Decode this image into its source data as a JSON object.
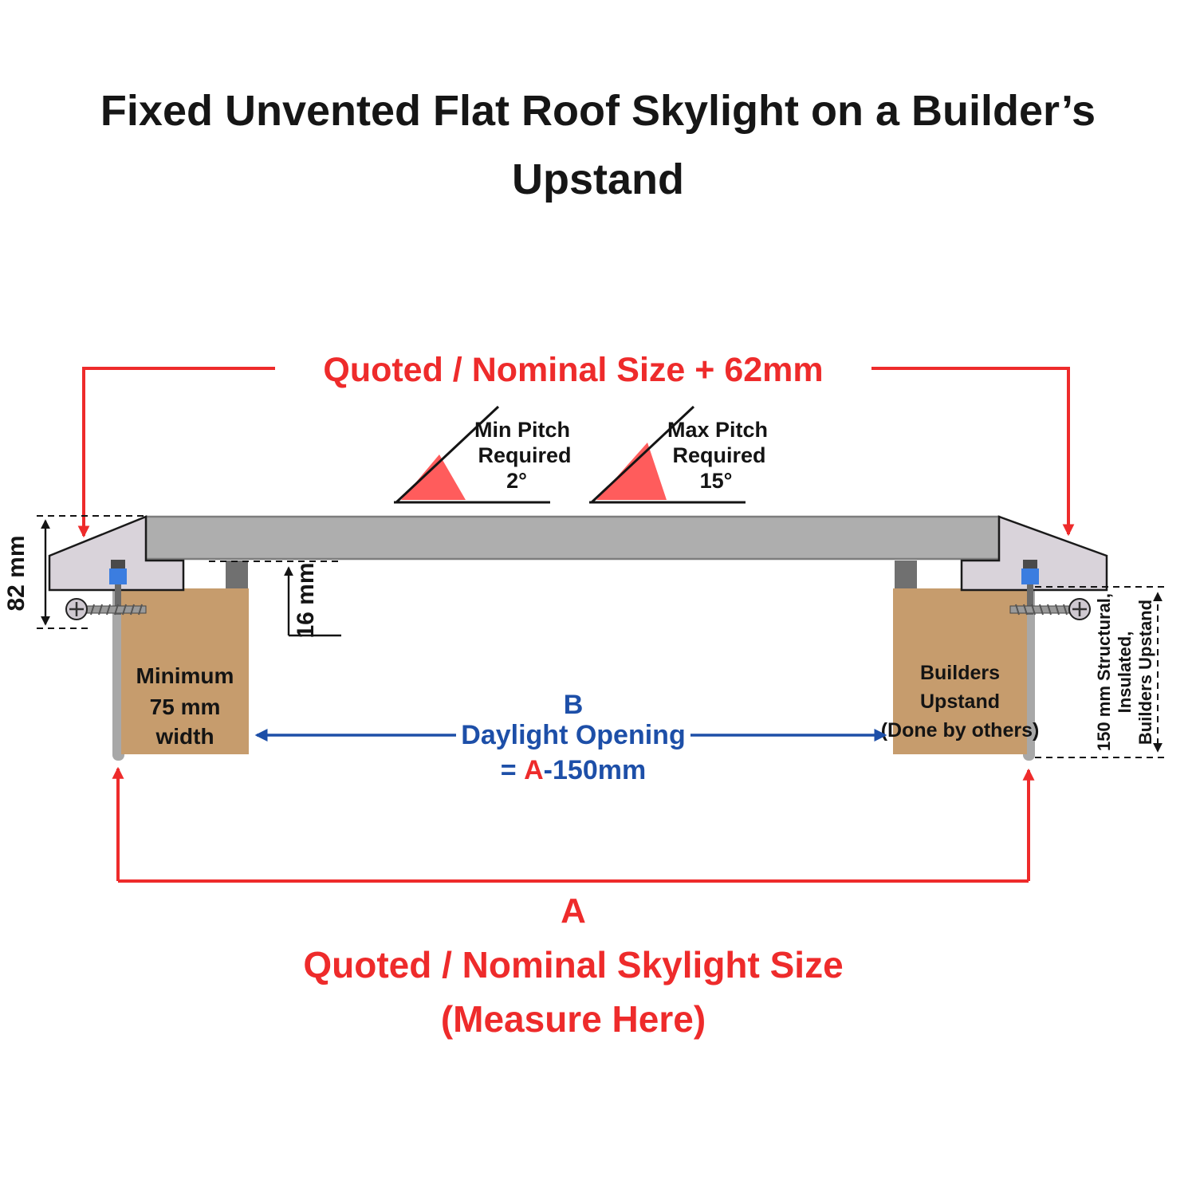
{
  "title": {
    "line1": "Fixed Unvented Flat Roof Skylight on a Builder’s",
    "line2": "Upstand"
  },
  "top_dimension": {
    "label": "Quoted / Nominal Size + 62mm"
  },
  "pitch_min": {
    "line1": "Min Pitch",
    "line2": "Required",
    "value": "2°"
  },
  "pitch_max": {
    "line1": "Max Pitch",
    "line2": "Required",
    "value": "15°"
  },
  "frame": {
    "height_label": "82 mm",
    "glass_gap_label": "16 mm"
  },
  "left_upstand": {
    "line1": "Minimum",
    "line2": "75 mm",
    "line3": "width"
  },
  "right_upstand": {
    "line1": "Builders",
    "line2": "Upstand",
    "line3": "(Done by others)"
  },
  "daylight": {
    "letter": "B",
    "label": "Daylight Opening",
    "eq_prefix": "= ",
    "eq_a": "A",
    "eq_suffix": "-150mm"
  },
  "upstand_dimension": {
    "line1": "150 mm Structural,",
    "line2": "Insulated,",
    "line3": "Builders Upstand"
  },
  "bottom_dimension": {
    "letter": "A",
    "line1": "Quoted / Nominal Skylight Size",
    "line2": "(Measure Here)"
  },
  "colors": {
    "red": "#ee2b2b",
    "pitch_fill": "#ff5c5c",
    "blue": "#1d4fa8",
    "upstand_tan": "#c69c6d",
    "glass_gray": "#aeaeae",
    "frame_fill": "#d9d3da",
    "screw_blue": "#3b7de0"
  }
}
